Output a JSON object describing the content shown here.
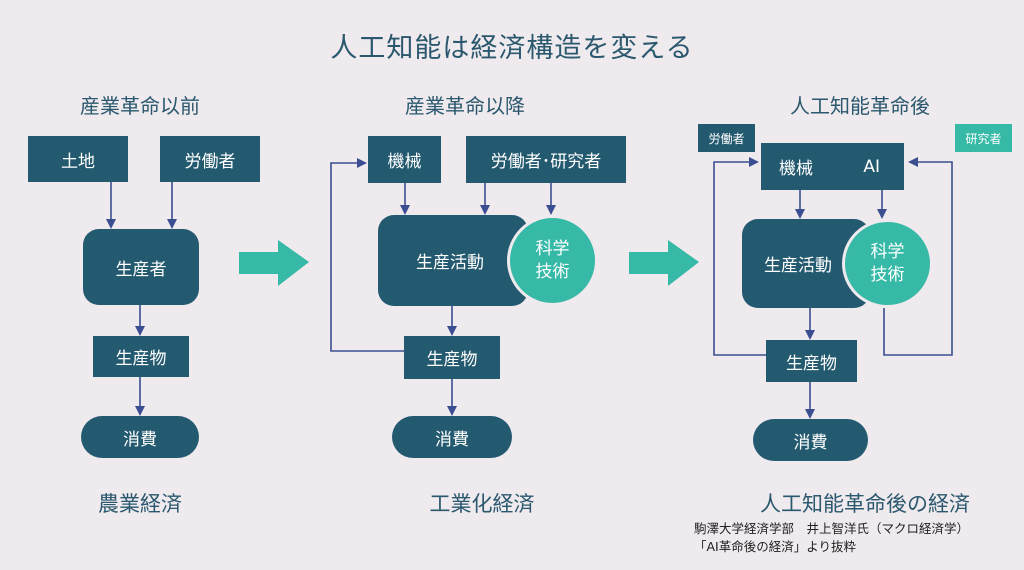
{
  "title": "人工知能は経済構造を変える",
  "col1": {
    "heading": "産業革命以前",
    "input_a": "土地",
    "input_b": "労働者",
    "producer": "生産者",
    "product": "生産物",
    "consumption": "消費",
    "footer": "農業経済"
  },
  "col2": {
    "heading": "産業革命以降",
    "input_a": "機械",
    "input_b": "労働者･研究者",
    "activity": "生産活動",
    "science_line1": "科学",
    "science_line2": "技術",
    "product": "生産物",
    "consumption": "消費",
    "footer": "工業化経済"
  },
  "col3": {
    "heading": "人工知能革命後",
    "tag_worker": "労働者",
    "tag_researcher": "研究者",
    "machine": "機械",
    "ai": "AI",
    "activity": "生産活動",
    "science_line1": "科学",
    "science_line2": "技術",
    "product": "生産物",
    "consumption": "消費",
    "footer": "人工知能革命後の経済"
  },
  "credit": {
    "line1": "駒澤大学経済学部　井上智洋氏（マクロ経済学）",
    "line2": "「AI革命後の経済」より抜粋"
  },
  "colors": {
    "background": "#eeeaee",
    "dark_box": "#245a70",
    "teal": "#36b9a6",
    "arrow_line": "#3b4e92",
    "text": "#2b586e"
  }
}
